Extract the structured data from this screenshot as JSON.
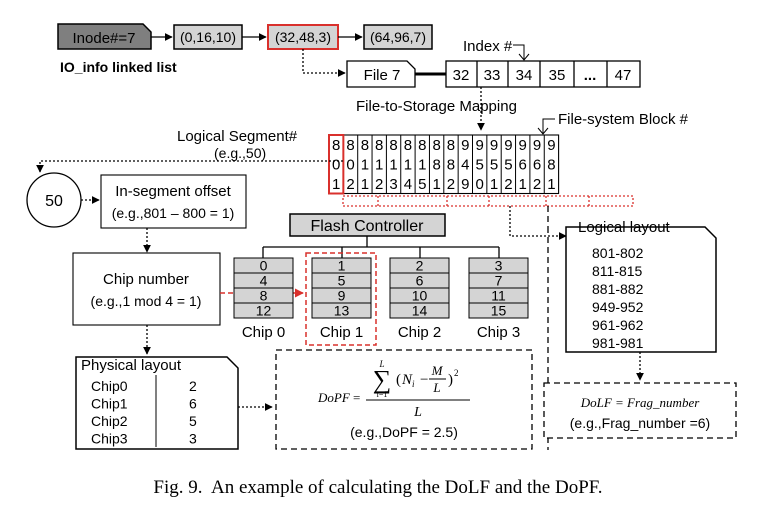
{
  "io_list": {
    "head": "Inode#=7",
    "nodes": [
      "(0,16,10)",
      "(32,48,3)",
      "(64,96,7)"
    ],
    "label": "IO_info linked list"
  },
  "file": {
    "label": "File 7",
    "index_label": "Index #",
    "indices": [
      "32",
      "33",
      "34",
      "35",
      "...",
      "47"
    ],
    "mapping_label": "File-to-Storage Mapping"
  },
  "segment": {
    "label": "Logical Segment#",
    "example": "(e.g.,50)",
    "fs_block_label": "File-system Block #",
    "columns": [
      [
        "8",
        "0",
        "1"
      ],
      [
        "8",
        "0",
        "2"
      ],
      [
        "8",
        "1",
        "1"
      ],
      [
        "8",
        "1",
        "2"
      ],
      [
        "8",
        "1",
        "3"
      ],
      [
        "8",
        "1",
        "4"
      ],
      [
        "8",
        "1",
        "5"
      ],
      [
        "8",
        "8",
        "1"
      ],
      [
        "8",
        "8",
        "2"
      ],
      [
        "9",
        "4",
        "9"
      ],
      [
        "9",
        "5",
        "0"
      ],
      [
        "9",
        "5",
        "1"
      ],
      [
        "9",
        "5",
        "2"
      ],
      [
        "9",
        "6",
        "1"
      ],
      [
        "9",
        "6",
        "2"
      ],
      [
        "9",
        "8",
        "1"
      ]
    ]
  },
  "circle_value": "50",
  "offset": {
    "title": "In-segment offset",
    "example": "(e.g.,801 – 800 = 1)"
  },
  "chip_number": {
    "title": "Chip number",
    "example": "(e.g.,1 mod 4 = 1)"
  },
  "controller": "Flash Controller",
  "chips": [
    {
      "label": "Chip 0",
      "cells": [
        "0",
        "4",
        "8",
        "12"
      ]
    },
    {
      "label": "Chip 1",
      "cells": [
        "1",
        "5",
        "9",
        "13"
      ]
    },
    {
      "label": "Chip 2",
      "cells": [
        "2",
        "6",
        "10",
        "14"
      ]
    },
    {
      "label": "Chip 3",
      "cells": [
        "3",
        "7",
        "11",
        "15"
      ]
    }
  ],
  "logical_layout": {
    "title": "Logical layout",
    "rows": [
      "801-802",
      "811-815",
      "881-882",
      "949-952",
      "961-962",
      "981-981"
    ]
  },
  "physical_layout": {
    "title": "Physical layout",
    "rows": [
      {
        "chip": "Chip0",
        "value": "2"
      },
      {
        "chip": "Chip1",
        "value": "6"
      },
      {
        "chip": "Chip2",
        "value": "5"
      },
      {
        "chip": "Chip3",
        "value": "3"
      }
    ]
  },
  "dopf": {
    "lhs": "DoPF",
    "sum_top": "L",
    "sum_bottom": "i=1",
    "n_term": "N",
    "n_sub": "i",
    "m": "M",
    "l": "L",
    "exp": "2",
    "denominator": "L",
    "example": "(e.g.,DoPF = 2.5)"
  },
  "dolf": {
    "formula": "DoLF = Frag_number",
    "example": "(e.g.,Frag_number =6)"
  },
  "caption": "Fig. 9.  An example of calculating the DoLF and the DoPF.",
  "colors": {
    "red": "#d9302c",
    "gray": "#d4d4d4",
    "dark": "#777777"
  }
}
